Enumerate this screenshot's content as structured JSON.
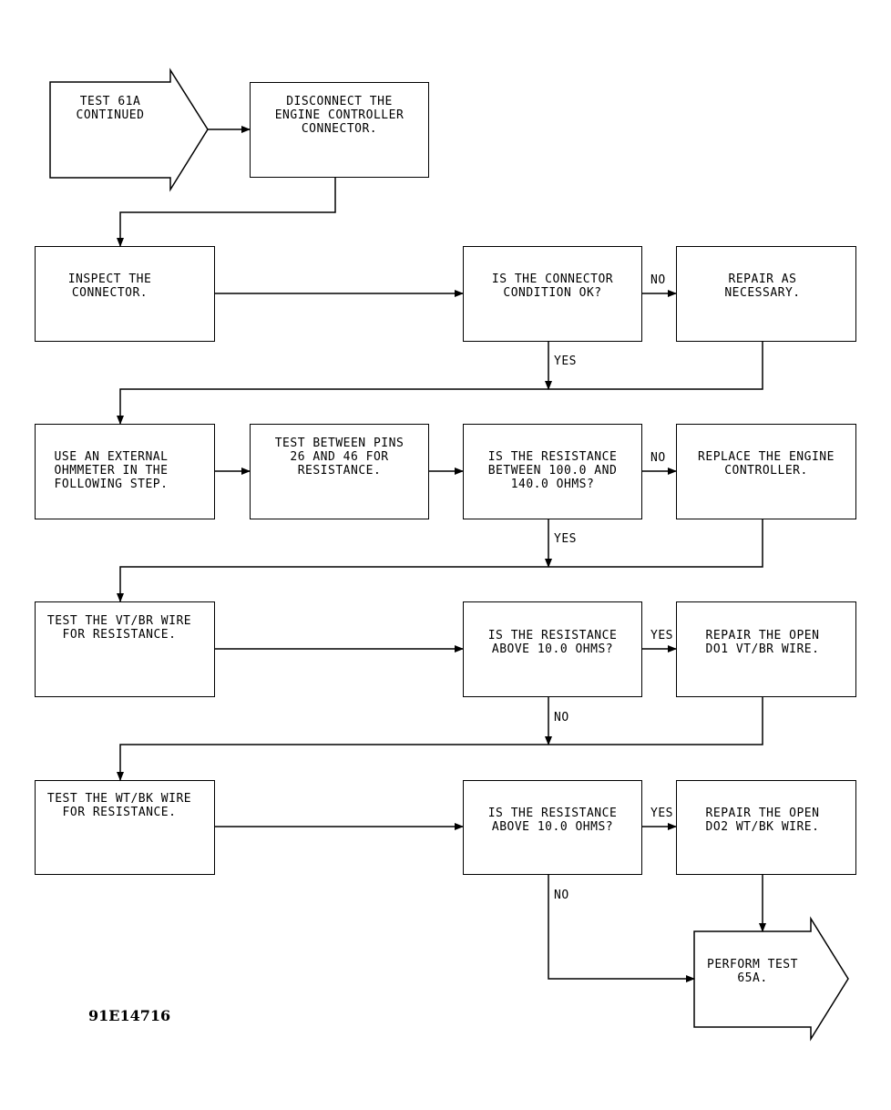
{
  "diagram": {
    "start": "TEST 61A\nCONTINUED",
    "disconnect": "DISCONNECT THE\nENGINE CONTROLLER\nCONNECTOR.",
    "inspect": "INSPECT THE\nCONNECTOR.",
    "q_connector": "IS THE CONNECTOR\nCONDITION OK?",
    "repair_connector": "REPAIR AS\nNECESSARY.",
    "use_ohmmeter": "USE AN EXTERNAL\nOHMMETER IN THE\nFOLLOWING STEP.",
    "test_pins": "TEST BETWEEN PINS\n26 AND 46 FOR\nRESISTANCE.",
    "q_resistance_range": "IS THE RESISTANCE\nBETWEEN 100.0 AND\n140.0 OHMS?",
    "replace_controller": "REPLACE THE ENGINE\nCONTROLLER.",
    "test_vtbr": "TEST THE VT/BR WIRE\nFOR RESISTANCE.",
    "q_above_1": "IS THE RESISTANCE\nABOVE 10.0 OHMS?",
    "repair_do1": "REPAIR THE OPEN\nDO1 VT/BR WIRE.",
    "test_wtbk": "TEST THE WT/BK WIRE\nFOR RESISTANCE.",
    "q_above_2": "IS THE RESISTANCE\nABOVE 10.0 OHMS?",
    "repair_do2": "REPAIR THE OPEN\nDO2 WT/BK WIRE.",
    "perform_test": "PERFORM TEST\n65A.",
    "labels": {
      "no_1": "NO",
      "yes_1": "YES",
      "no_2": "NO",
      "yes_2": "YES",
      "yes_3": "YES",
      "no_3": "NO",
      "yes_4": "YES",
      "no_4": "NO"
    },
    "figure_code": "91E14716"
  }
}
